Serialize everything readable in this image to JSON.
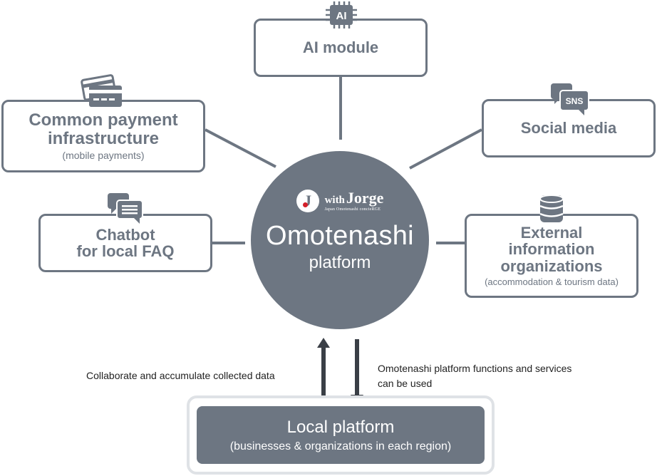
{
  "hub": {
    "logo_letter": "J",
    "logo_with": "with",
    "logo_brand": "Jorge",
    "logo_tagline": "Japan Omotenashi concieRGE",
    "name": "Omotenashi",
    "kind": "platform"
  },
  "nodes": {
    "ai": {
      "title": "AI module",
      "icon": "ai-chip-icon",
      "icon_label": "AI"
    },
    "payment": {
      "title_line1": "Common payment",
      "title_line2": "infrastructure",
      "subtitle": "(mobile payments)",
      "icon": "credit-card-icon"
    },
    "social": {
      "title": "Social media",
      "icon": "sns-chat-icon",
      "icon_label": "SNS"
    },
    "chatbot": {
      "title_line1": "Chatbot",
      "title_line2": "for local FAQ",
      "icon": "chat-bubbles-icon"
    },
    "external": {
      "title_line1": "External",
      "title_line2": "information",
      "title_line3": "organizations",
      "subtitle": "(accommodation & tourism data)",
      "icon": "database-icon"
    }
  },
  "flows": {
    "up_caption": "Collaborate and accumulate collected data",
    "down_caption_line1": "Omotenashi platform functions and services",
    "down_caption_line2": "can be used"
  },
  "local": {
    "title": "Local platform",
    "subtitle": "(businesses & organizations in each region)"
  },
  "colors": {
    "primary": "#6d7682",
    "local_border": "#dfe2e6",
    "accent_red": "#d4202a"
  }
}
